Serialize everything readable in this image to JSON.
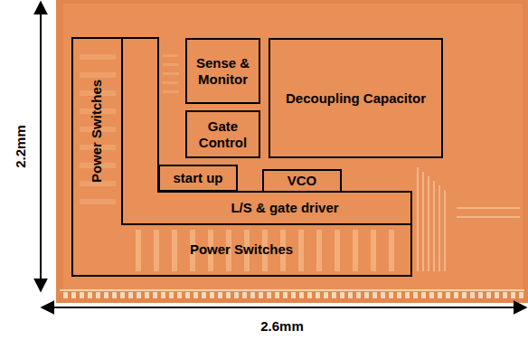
{
  "diagram": {
    "nodes": [
      {
        "text": [
          "Power Switches",
          "Power Switches"
        ]
      },
      {
        "text": [
          "Sense & Monitor"
        ]
      },
      {
        "text": [
          "Decoupling Capacitor"
        ]
      },
      {
        "text": [
          "Gate Control"
        ]
      },
      {
        "text": [
          "start up"
        ]
      },
      {
        "text": [
          "VCO"
        ]
      },
      {
        "text": [
          "L/S & gate driver"
        ]
      }
    ],
    "labels": [
      "2.2mm",
      "2.6mm"
    ]
  }
}
